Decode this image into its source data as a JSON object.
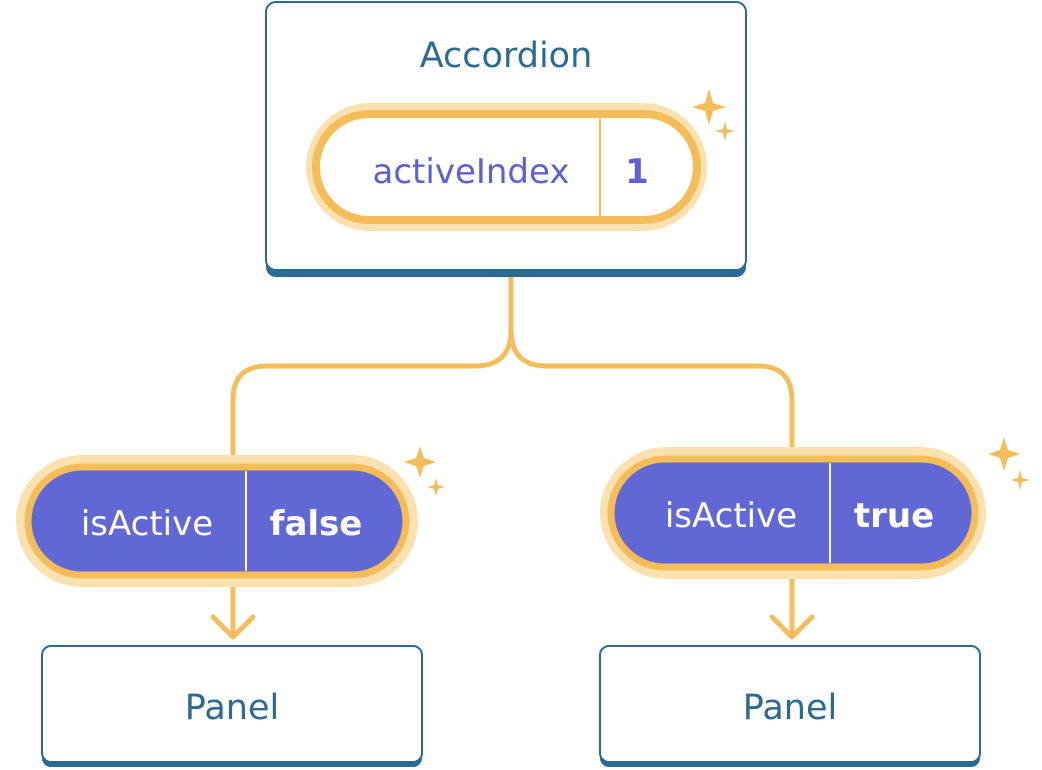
{
  "colors": {
    "box_border": "#2b6a93",
    "box_shadow": "#2b6a93",
    "title_text": "#2b6a93",
    "connector": "#f5bd5a",
    "glow": "#fbe0b0",
    "pill_outline": "#f5bd5a",
    "pill_fill_active_state": "#6168d6",
    "state_text": "#5b61d4",
    "sparkle": "#f5bd5a"
  },
  "accordion": {
    "title": "Accordion",
    "state": {
      "key": "activeIndex",
      "value": "1"
    }
  },
  "panels": [
    {
      "title": "Panel",
      "prop": {
        "key": "isActive",
        "value": "false"
      }
    },
    {
      "title": "Panel",
      "prop": {
        "key": "isActive",
        "value": "true"
      }
    }
  ],
  "icons": [
    "sparkle-icon",
    "arrow-down-icon"
  ]
}
